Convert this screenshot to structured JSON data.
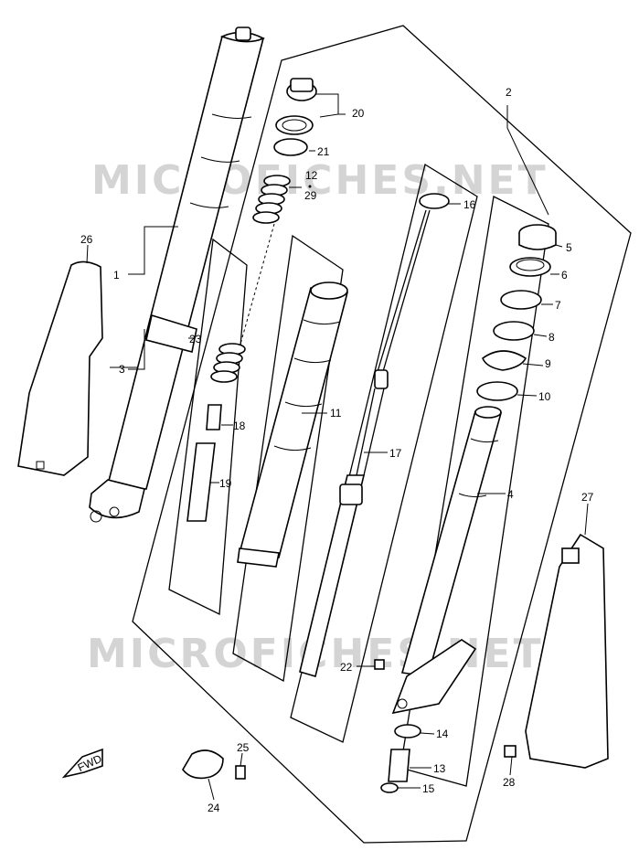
{
  "watermark": "MICROFICHES.NET",
  "labels": {
    "l1": "1",
    "l2": "2",
    "l3": "3",
    "l4": "4",
    "l5": "5",
    "l6": "6",
    "l7": "7",
    "l8": "8",
    "l9": "9",
    "l10": "10",
    "l11": "11",
    "l12": "12",
    "l13": "13",
    "l14": "14",
    "l15": "15",
    "l16": "16",
    "l17": "17",
    "l18": "18",
    "l19": "19",
    "l20": "20",
    "l21": "21",
    "l22": "22",
    "l23": "23",
    "l24": "24",
    "l25": "25",
    "l26": "26",
    "l27": "27",
    "l28": "28",
    "l29": "29"
  },
  "fwd_mark": "FWD",
  "colors": {
    "line": "#000000",
    "watermark": "#d4d4d4",
    "background": "#ffffff"
  }
}
